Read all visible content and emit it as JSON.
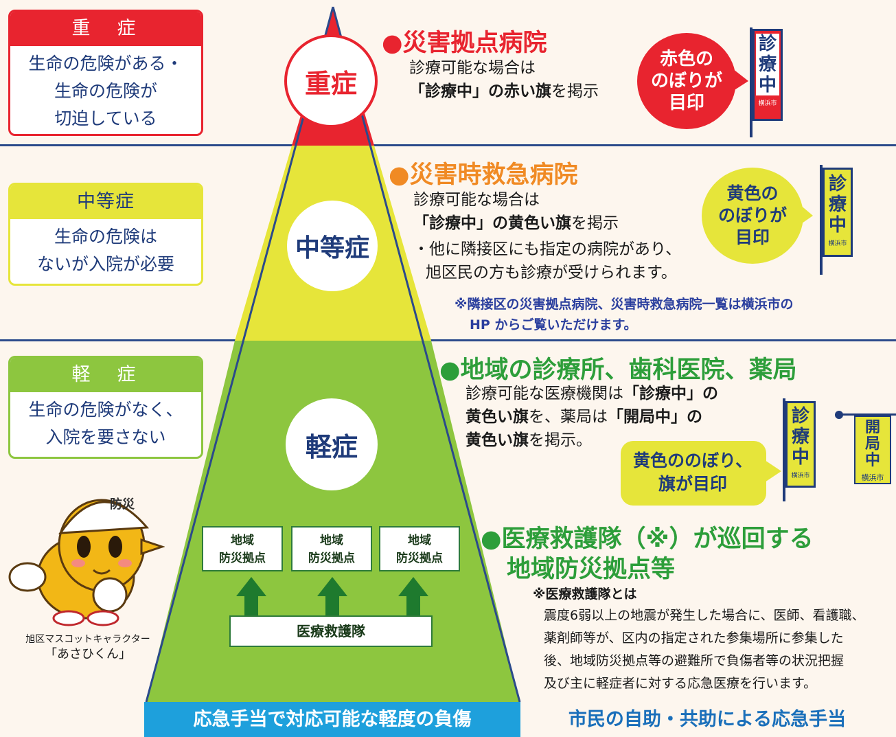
{
  "levels": {
    "severe": {
      "label": "重　症",
      "desc": [
        "生命の危険がある・",
        "生命の危険が",
        "切迫している"
      ],
      "circle": "重症",
      "color": "#e8242f"
    },
    "moderate": {
      "label": "中等症",
      "desc": [
        "生命の危険は",
        "ないが入院が必要"
      ],
      "circle": "中等症",
      "color": "#e6e53a"
    },
    "mild": {
      "label": "軽　症",
      "desc": [
        "生命の危険がなく、",
        "入院を要さない"
      ],
      "circle": "軽症",
      "color": "#8dc63f"
    }
  },
  "disaster_hospital": {
    "heading": "●災害拠点病院",
    "line1": "診療可能な場合は",
    "line2_bold": "「診療中」の赤い旗",
    "line2_rest": "を掲示",
    "bubble": [
      "赤色の",
      "のぼりが",
      "目印"
    ],
    "flag_chars": [
      "診",
      "療",
      "中"
    ],
    "flag_city": "横浜市"
  },
  "emergency_hospital": {
    "heading": "●災害時救急病院",
    "line1": "診療可能な場合は",
    "line2_bold": "「診療中」の黄色い旗",
    "line2_rest": "を掲示",
    "line3": "・他に隣接区にも指定の病院があり、",
    "line4": "旭区民の方も診療が受けられます。",
    "note1": "※隣接区の災害拠点病院、災害時救急病院一覧は横浜市の",
    "note2": "HP からご覧いただけます。",
    "bubble": [
      "黄色の",
      "のぼりが",
      "目印"
    ],
    "flag_chars": [
      "診",
      "療",
      "中"
    ],
    "flag_city": "横浜市"
  },
  "clinics": {
    "heading": "●地域の診療所、歯科医院、薬局",
    "line1_rest": "診療可能な医療機関は",
    "line1_bold": "「診療中」の",
    "line2_bold1": "黄色い旗",
    "line2_mid": "を、薬局は",
    "line2_bold2": "「開局中」の",
    "line3_bold": "黄色い旗",
    "line3_rest": "を掲示。",
    "bubble": [
      "黄色ののぼり、",
      "旗が目印"
    ],
    "flag1_chars": [
      "診",
      "療",
      "中"
    ],
    "flag1_city": "横浜市",
    "flag2_chars": [
      "開",
      "局",
      "中"
    ],
    "flag2_city": "横浜市"
  },
  "rescue": {
    "heading1": "●医療救護隊（※）が巡回する",
    "heading2": "地域防災拠点等",
    "note_title": "※医療救護隊とは",
    "note_lines": [
      "震度6弱以上の地震が発生した場合に、医師、看護職、",
      "薬剤師等が、区内の指定された参集場所に参集した",
      "後、地域防災拠点等の避難所で負傷者等の状況把握",
      "及び主に軽症者に対する応急医療を行います。"
    ],
    "stations": [
      {
        "l1": "地域",
        "l2": "防災拠点"
      },
      {
        "l1": "地域",
        "l2": "防災拠点"
      },
      {
        "l1": "地域",
        "l2": "防災拠点"
      }
    ],
    "team": "医療救護隊"
  },
  "mascot": {
    "caption1": "旭区マスコットキャラクター",
    "caption2": "「あさひくん」",
    "helmet_text": "防災"
  },
  "base": {
    "left": "応急手当で対応可能な軽度の負傷",
    "right": "市民の自助・共助による応急手当"
  }
}
